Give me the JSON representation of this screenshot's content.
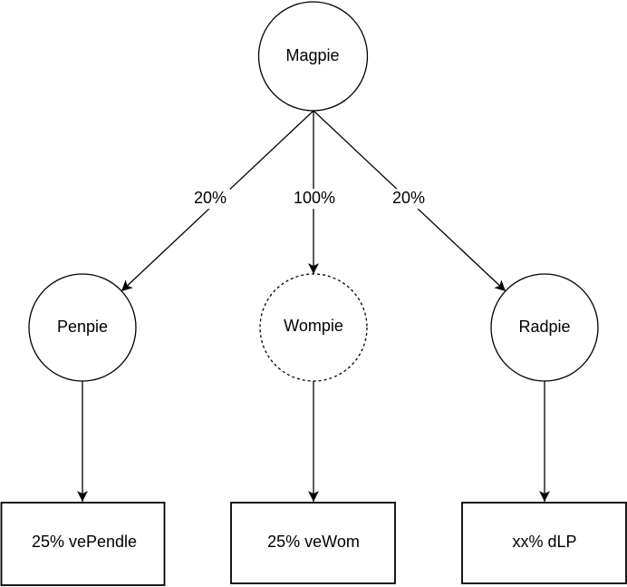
{
  "diagram": {
    "nodes": {
      "magpie": {
        "label": "Magpie",
        "shape": "circle"
      },
      "penpie": {
        "label": "Penpie",
        "shape": "circle"
      },
      "wompie": {
        "label": "Wompie",
        "shape": "circle-dashed"
      },
      "radpie": {
        "label": "Radpie",
        "shape": "circle"
      },
      "vependle": {
        "label": "25% vePendle",
        "shape": "rectangle"
      },
      "vewom": {
        "label": "25% veWom",
        "shape": "rectangle"
      },
      "dlp": {
        "label": "xx% dLP",
        "shape": "rectangle"
      }
    },
    "edges": {
      "magpie_penpie": {
        "label": "20%"
      },
      "magpie_wompie": {
        "label": "100%"
      },
      "magpie_radpie": {
        "label": "20%"
      },
      "penpie_vependle": {
        "label": ""
      },
      "wompie_vewom": {
        "label": ""
      },
      "radpie_dlp": {
        "label": ""
      }
    },
    "colors": {
      "stroke": "#000000",
      "node_fill": "#ffffff",
      "background": "#ffffff",
      "text": "#000000"
    }
  }
}
